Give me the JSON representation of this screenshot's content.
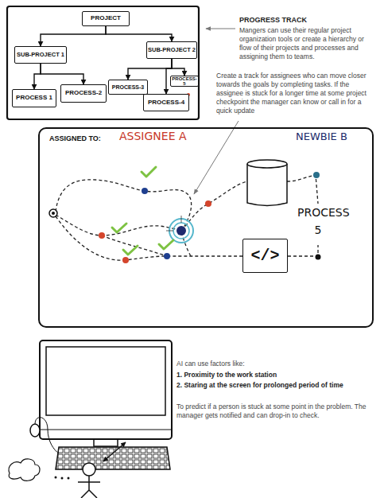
{
  "diagram": {
    "title": "PROGRESS TRACK",
    "nodes": [
      {
        "text": [
          "PROJECT"
        ]
      },
      {
        "text": [
          "SUB-PROJECT 1"
        ]
      },
      {
        "text": [
          "SUB-PROJECT 2"
        ]
      },
      {
        "text": [
          "PROCESS 1"
        ]
      },
      {
        "text": [
          "PROCESS-2"
        ]
      },
      {
        "text": [
          "PROCESS-3"
        ]
      },
      {
        "text": [
          "PROCESS-5"
        ]
      },
      {
        "text": [
          "PROCESS-4"
        ]
      },
      {
        "text": [
          "ASSIGNED TO:",
          "ASSIGNEE A",
          "NEWBIE B"
        ]
      },
      {
        "text": [
          "</>"
        ],
        "in": 8
      }
    ],
    "edges": [
      {
        "from": 0,
        "to": 1,
        "arrow": "to"
      },
      {
        "from": 0,
        "to": 2,
        "arrow": "to"
      },
      {
        "from": 1,
        "to": 3,
        "arrow": "to"
      },
      {
        "from": 1,
        "to": 4,
        "arrow": "to"
      },
      {
        "from": 2,
        "to": 5,
        "arrow": "to"
      },
      {
        "from": 2,
        "to": 6,
        "arrow": "to"
      },
      {
        "from": 2,
        "to": 7,
        "arrow": "to"
      }
    ],
    "labels": [
      "Mangers can use their regular project organization tools or create a hierarchy or flow of their projects and processes and assigning them to teams.",
      "Create a track for assignees who can move closer towards the goals by completing tasks. If the assignee is stuck for a longer time at some project checkpoint the manager can know or call in for a quick update",
      "PROCESS 5",
      "AI can use factors like:",
      "1. Proximity to the work station",
      "2. Staring at the screen for prolonged period of time",
      "To predict if a person is stuck at some point in the problem. The manager gets notified and can drop-in to check."
    ]
  }
}
